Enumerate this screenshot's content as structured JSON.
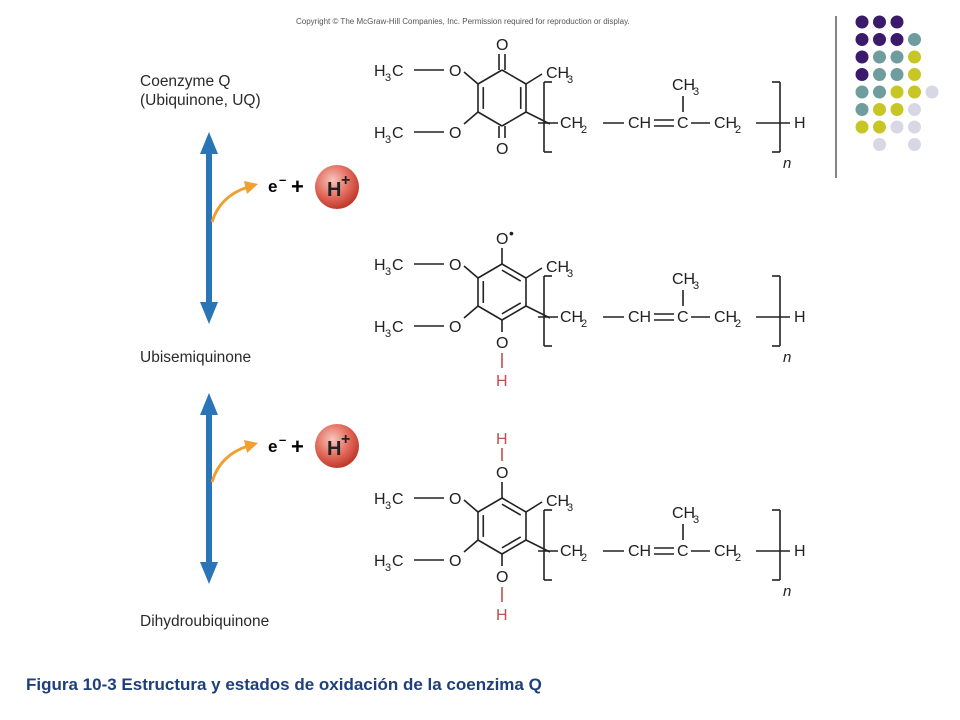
{
  "copyright": "Copyright © The McGraw-Hill Companies, Inc. Permission required for reproduction or display.",
  "caption": "Figura 10-3 Estructura y estados de oxidación de la coenzima Q",
  "states": [
    {
      "name": "Coenzyme Q",
      "subname": "(Ubiquinone, UQ)"
    },
    {
      "name": "Ubisemiquinone"
    },
    {
      "name": "Dihydroubiquinone"
    }
  ],
  "reaction": {
    "electron": "e",
    "electron_sup": "–",
    "plus": "+",
    "proton": "H",
    "proton_sup": "+"
  },
  "chem": {
    "H": "H",
    "C": "C",
    "O": "O",
    "sub3": "3",
    "sub2": "2",
    "methoxy_h3c": "H",
    "ch": "CH",
    "ch3": "CH",
    "ch2": "CH",
    "n": "n",
    "radical": "•"
  },
  "colors": {
    "arrow_blue": "#2a74b8",
    "arrow_orange": "#f0a030",
    "proton_red": "#c0392b",
    "caption_blue": "#1f3f7a",
    "h_bond_red": "#c0504d"
  },
  "dots": {
    "rows": [
      [
        "#3b1a6b",
        "#3b1a6b",
        "#3b1a6b"
      ],
      [
        "#3b1a6b",
        "#3b1a6b",
        "#3b1a6b",
        "#6f9c9c"
      ],
      [
        "#3b1a6b",
        "#6f9c9c",
        "#6f9c9c",
        "#c7c625"
      ],
      [
        "#3b1a6b",
        "#6f9c9c",
        "#6f9c9c",
        "#c7c625"
      ],
      [
        "#6f9c9c",
        "#6f9c9c",
        "#c7c625",
        "#c7c625",
        "#d8d7e6"
      ],
      [
        "#6f9c9c",
        "#c7c625",
        "#c7c625",
        "#d8d7e6"
      ],
      [
        "#c7c625",
        "#c7c625",
        "#d8d7e6",
        "#d8d7e6"
      ],
      [
        "#d8d7e6",
        "#d8d7e6"
      ]
    ]
  }
}
